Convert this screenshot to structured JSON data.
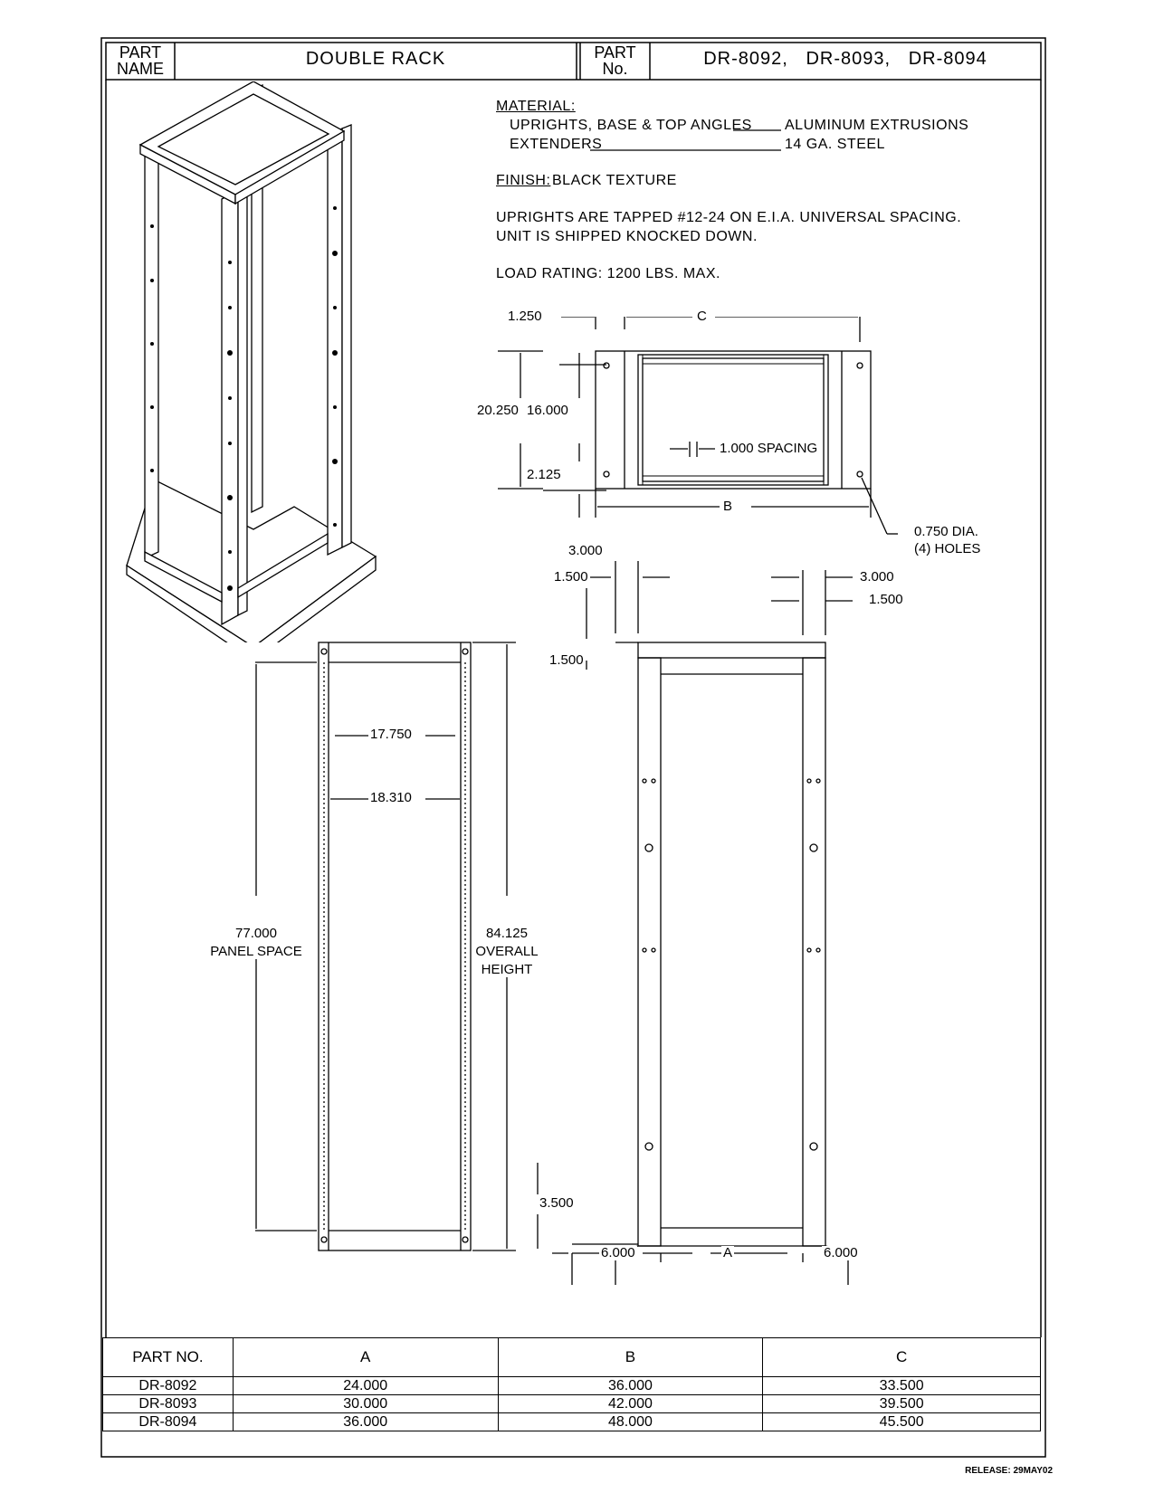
{
  "header": {
    "part_name_label": "PART\nNAME",
    "part_name_value": "DOUBLE RACK",
    "part_no_label": "PART\nNo.",
    "part_no_value": "DR-8092,   DR-8093,   DR-8094"
  },
  "notes": {
    "material_heading": "MATERIAL:",
    "material_line1_label": "UPRIGHTS, BASE & TOP ANGLES",
    "material_line1_value": "ALUMINUM EXTRUSIONS",
    "material_line2_label": "EXTENDERS",
    "material_line2_value": "14 GA. STEEL",
    "finish_heading": "FINISH:",
    "finish_value": "BLACK TEXTURE",
    "tapped_line1": "UPRIGHTS ARE TAPPED #12-24 ON E.I.A. UNIVERSAL SPACING.",
    "tapped_line2": "UNIT IS SHIPPED KNOCKED DOWN.",
    "load_rating": "LOAD RATING: 1200 LBS. MAX."
  },
  "top_view_dims": {
    "d1250": "1.250",
    "dC": "C",
    "d20250": "20.250",
    "d16000": "16.000",
    "dspacing": "1.000 SPACING",
    "d2125": "2.125",
    "dB": "B",
    "holes_line1": "0.750 DIA.",
    "holes_line2": "(4) HOLES"
  },
  "front_view_dims": {
    "d17750": "17.750",
    "d18310": "18.310",
    "panel_value": "77.000",
    "panel_label": "PANEL SPACE",
    "overall_value": "84.125",
    "overall_label1": "OVERALL",
    "overall_label2": "HEIGHT"
  },
  "side_view_dims": {
    "d3000_top": "3.000",
    "d1500_left": "1.500",
    "d3000_right": "3.000",
    "d1500_right": "1.500",
    "d1500_vert": "1.500",
    "d3500": "3.500",
    "d6000_left": "6.000",
    "dA": "A",
    "d6000_right": "6.000"
  },
  "table": {
    "headers": [
      "PART NO.",
      "A",
      "B",
      "C"
    ],
    "rows": [
      [
        "DR-8092",
        "24.000",
        "36.000",
        "33.500"
      ],
      [
        "DR-8093",
        "30.000",
        "42.000",
        "39.500"
      ],
      [
        "DR-8094",
        "36.000",
        "48.000",
        "45.500"
      ]
    ]
  },
  "release": "RELEASE: 29MAY02"
}
